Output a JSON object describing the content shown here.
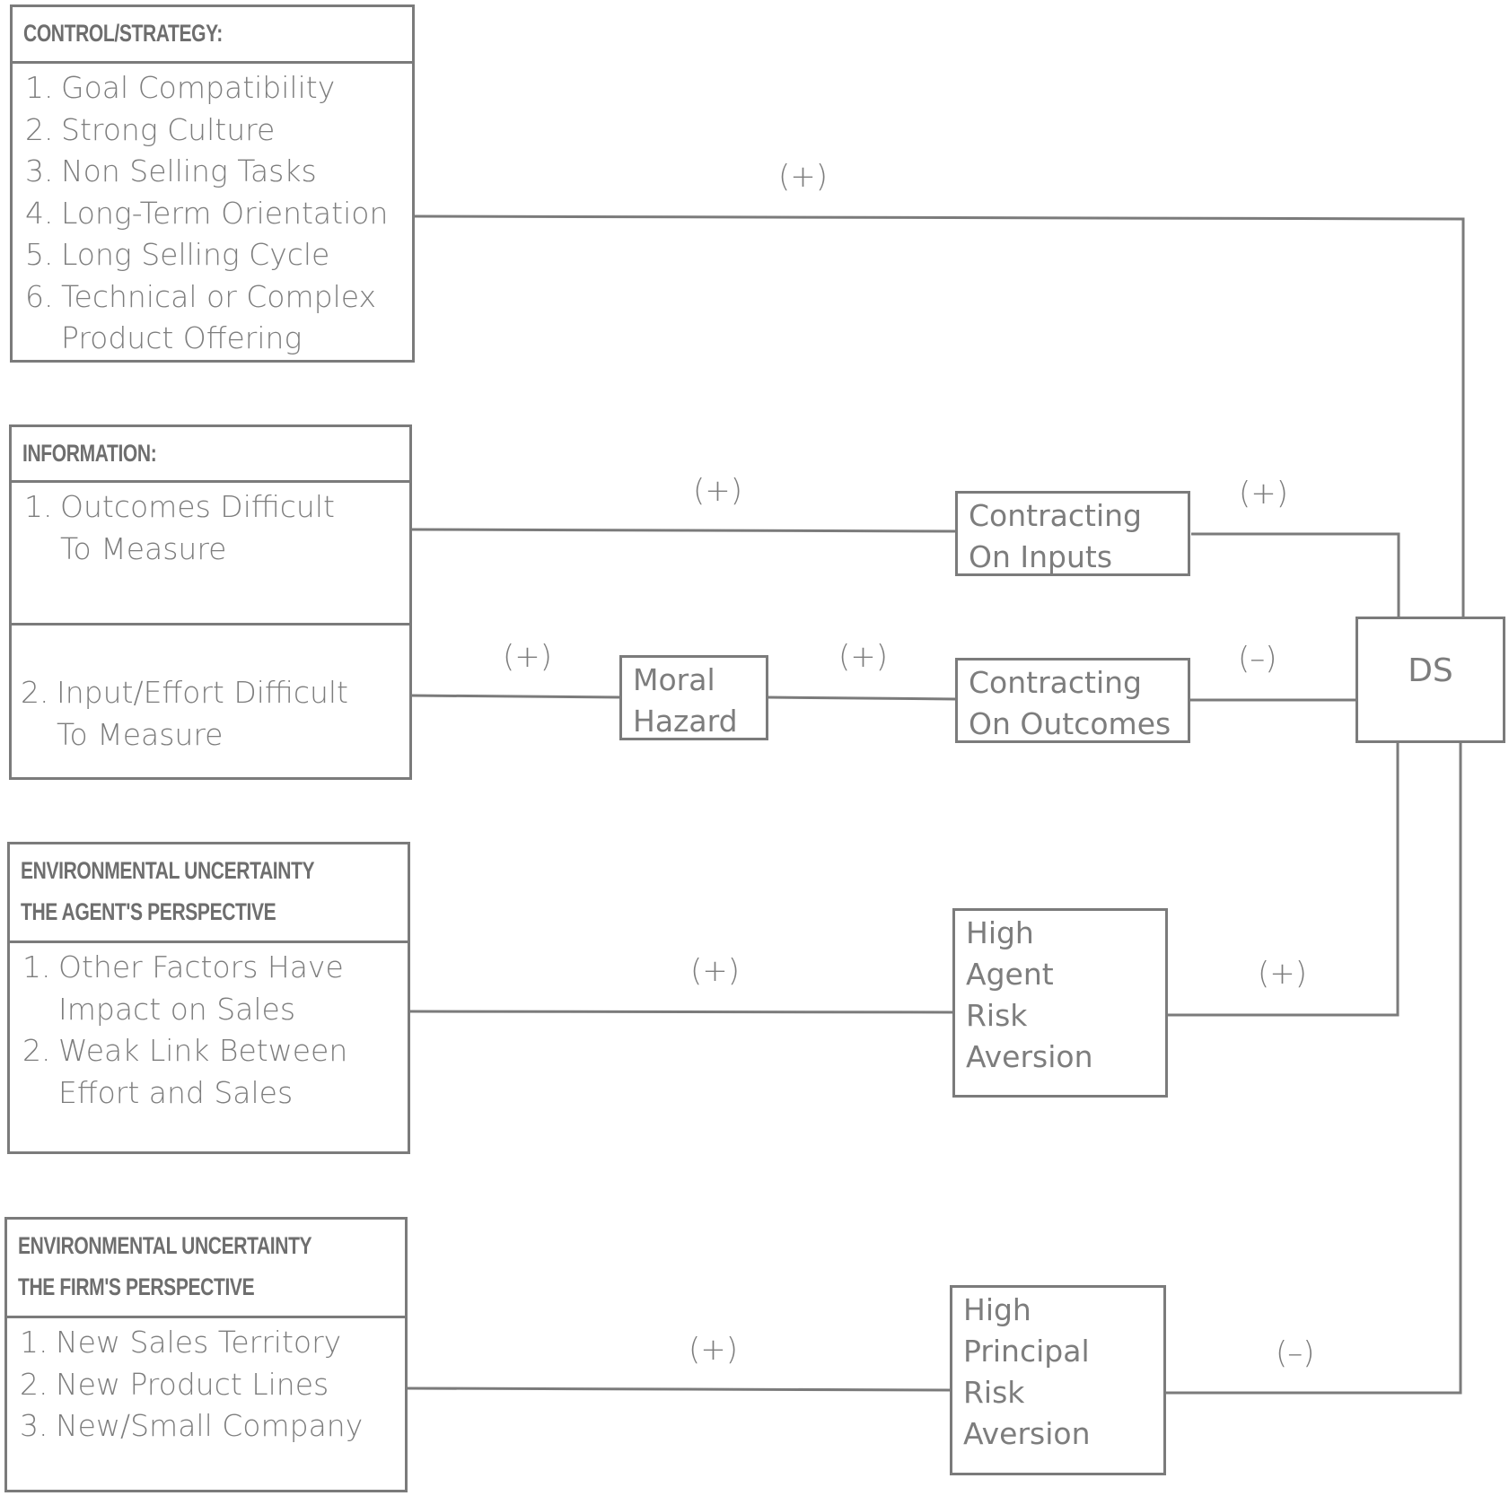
{
  "constructs": {
    "control_strategy": {
      "title": "CONTROL/STRATEGY:",
      "items": [
        {
          "num": "1.",
          "text": "Goal Compatibility"
        },
        {
          "num": "2.",
          "text": "Strong Culture"
        },
        {
          "num": "3.",
          "text": "Non Selling Tasks"
        },
        {
          "num": "4.",
          "text": "Long-Term Orientation"
        },
        {
          "num": "5.",
          "text": "Long Selling Cycle"
        },
        {
          "num": "6.",
          "text": "Technical or Complex"
        },
        {
          "num": "",
          "text": "Product Offering"
        }
      ]
    },
    "information": {
      "title": "INFORMATION:",
      "item1": {
        "num": "1.",
        "line1": "Outcomes Difficult",
        "line2": "To Measure"
      },
      "item2": {
        "num": "2.",
        "line1": "Input/Effort Difficult",
        "line2": "To Measure"
      }
    },
    "env_agent": {
      "title_line1": "ENVIRONMENTAL UNCERTAINTY",
      "title_line2": "THE AGENT'S PERSPECTIVE",
      "items": [
        {
          "num": "1.",
          "text": "Other Factors Have"
        },
        {
          "num": "",
          "text": "Impact on Sales"
        },
        {
          "num": "2.",
          "text": "Weak Link Between"
        },
        {
          "num": "",
          "text": "Effort and Sales"
        }
      ]
    },
    "env_firm": {
      "title_line1": "ENVIRONMENTAL UNCERTAINTY",
      "title_line2": "THE FIRM'S PERSPECTIVE",
      "items": [
        {
          "num": "1.",
          "text": "New Sales Territory"
        },
        {
          "num": "2.",
          "text": "New Product Lines"
        },
        {
          "num": "3.",
          "text": "New/Small Company"
        }
      ]
    }
  },
  "mediators": {
    "moral_hazard": [
      "Moral",
      "Hazard"
    ],
    "contracting_inputs": [
      "Contracting",
      "On Inputs"
    ],
    "contracting_outcomes": [
      "Contracting",
      "On Outcomes"
    ],
    "agent_risk": [
      "High",
      "Agent",
      "Risk",
      "Aversion"
    ],
    "principal_risk": [
      "High",
      "Principal",
      "Risk",
      "Aversion"
    ]
  },
  "outcome": {
    "label": "DS"
  },
  "paths": {
    "control_to_ds": "(+)",
    "outcomes_to_inputs": "(+)",
    "inputs_to_ds": "(+)",
    "effort_to_moral_hazard": "(+)",
    "moral_hazard_to_outcomes": "(+)",
    "outcomes_contract_to_ds": "(–)",
    "agent_env_to_agent_risk": "(+)",
    "agent_risk_to_ds": "(+)",
    "firm_env_to_principal_risk": "(+)",
    "principal_risk_to_ds": "(–)"
  }
}
